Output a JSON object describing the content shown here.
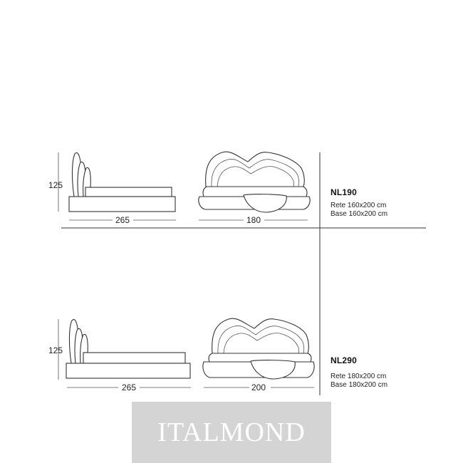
{
  "models": [
    {
      "name": "NL190",
      "specs": [
        "Rete 160x200 cm",
        "Base 160x200 cm"
      ],
      "dims": {
        "height": "125",
        "length": "265",
        "width": "180"
      }
    },
    {
      "name": "NL290",
      "specs": [
        "Rete 180x200 cm",
        "Base 180x200 cm"
      ],
      "dims": {
        "height": "125",
        "length": "265",
        "width": "200"
      }
    }
  ],
  "watermark": "ITALMOND",
  "colors": {
    "line": "#333333",
    "watermark_bg": "#d4d4d4",
    "watermark_text": "#ffffff"
  }
}
